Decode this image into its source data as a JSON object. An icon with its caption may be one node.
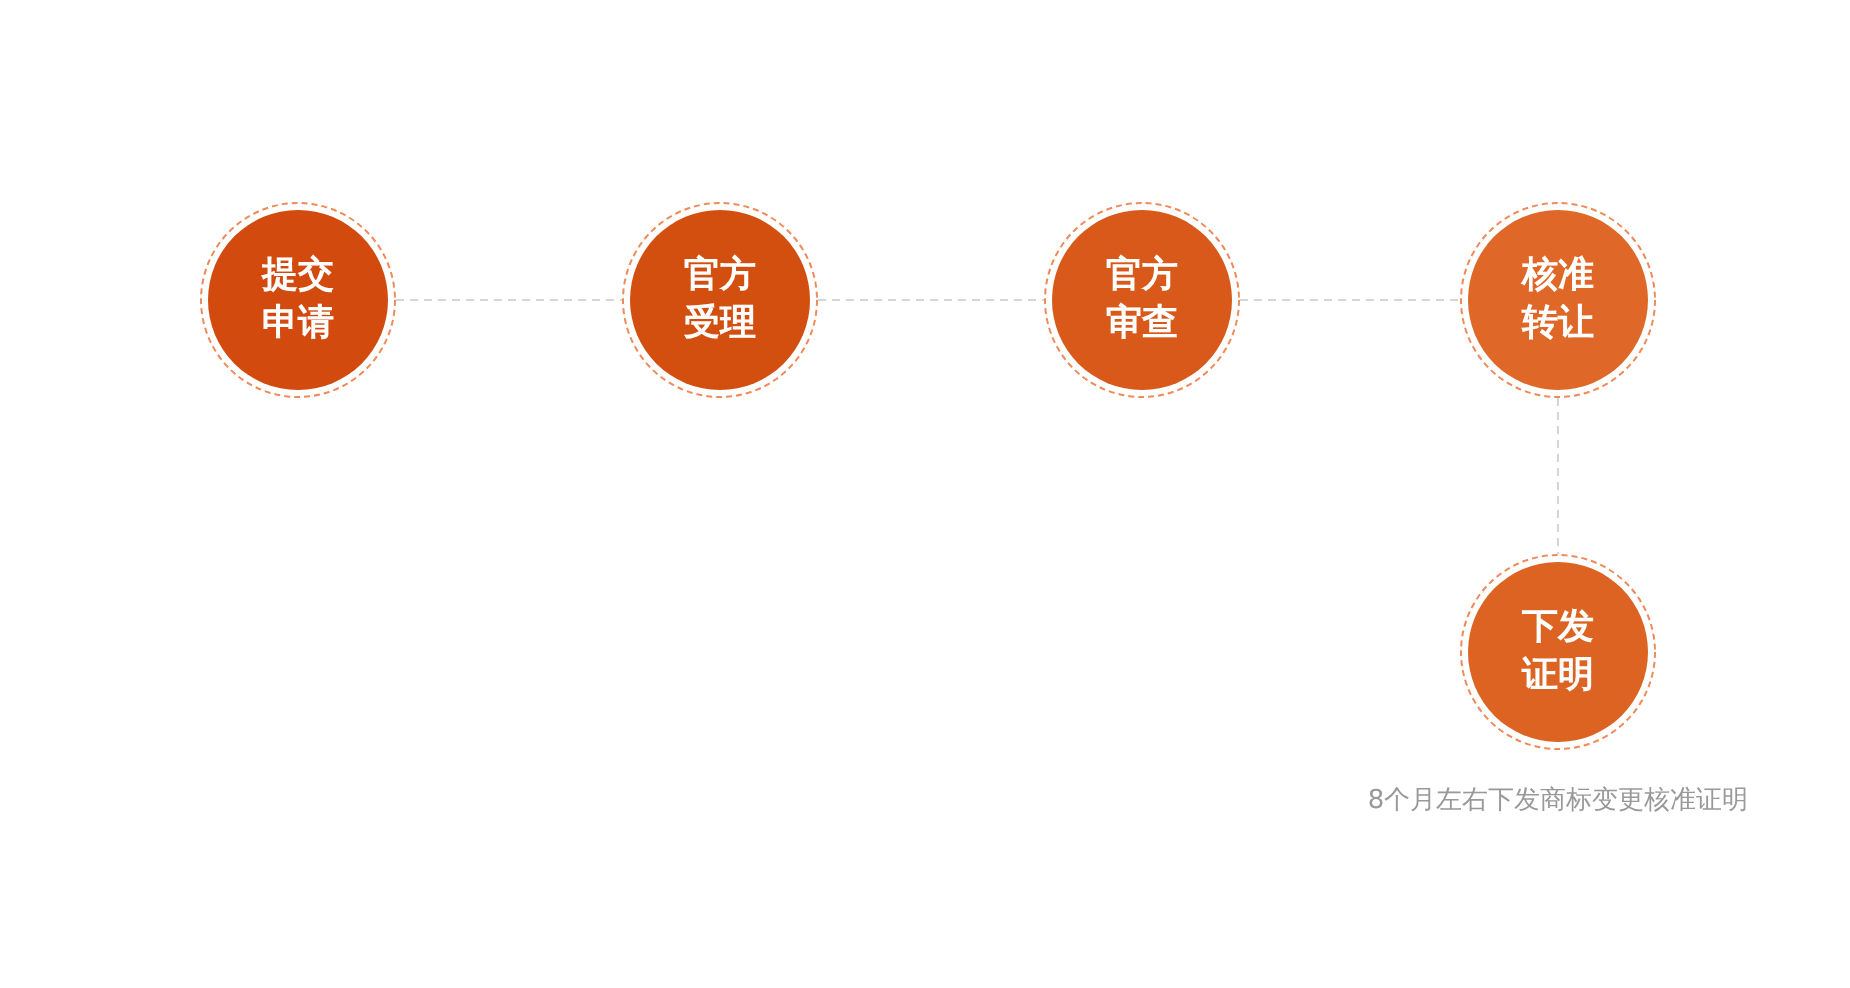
{
  "diagram": {
    "nodes": [
      {
        "text": [
          "提交申请"
        ]
      },
      {
        "text": [
          "官方受理"
        ]
      },
      {
        "text": [
          "官方审查"
        ]
      },
      {
        "text": [
          "核准转让"
        ]
      },
      {
        "text": [
          "下发证明"
        ],
        "beside": [
          "8个月左右下发商标变更核准证明"
        ]
      }
    ],
    "edges": [
      {
        "from": 0,
        "to": 1,
        "arrow": "none",
        "style": "dashed"
      },
      {
        "from": 1,
        "to": 2,
        "arrow": "none",
        "style": "dashed"
      },
      {
        "from": 2,
        "to": 3,
        "arrow": "none",
        "style": "dashed"
      },
      {
        "from": 3,
        "to": 4,
        "arrow": "none",
        "style": "dashed"
      }
    ]
  }
}
